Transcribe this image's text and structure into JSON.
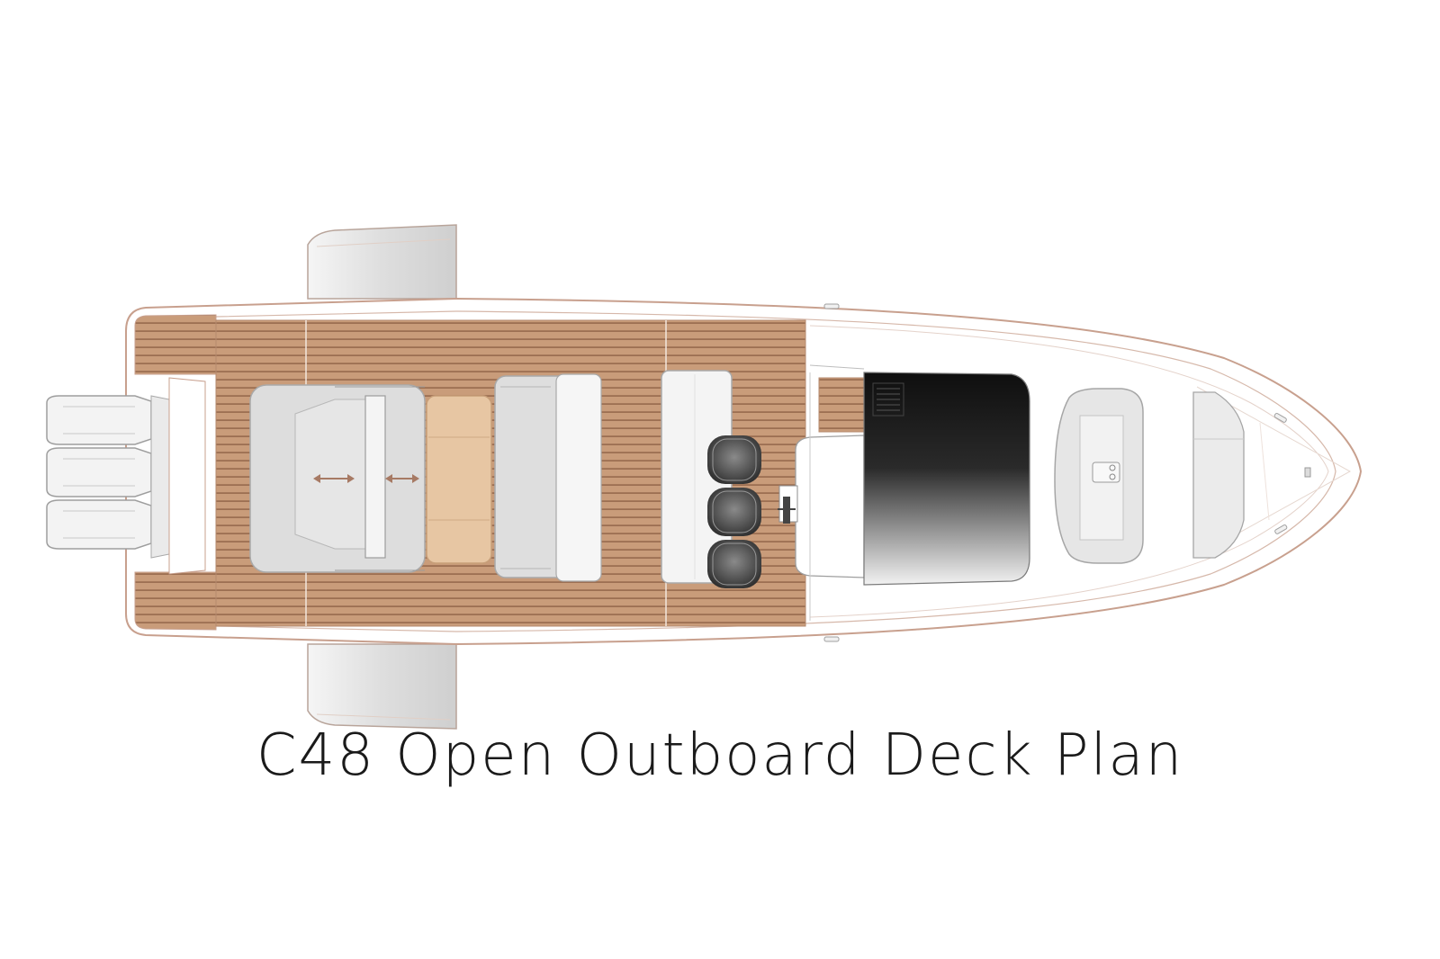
{
  "caption": "C48 Open Outboard Deck Plan",
  "colors": {
    "teak": "#c79a78",
    "teak_line": "#9a6d4f",
    "cushion": "#dcdcdc",
    "cushion_light": "#ededed",
    "hull_outline": "#c8a08e",
    "windshield_dark": "#151515",
    "table_top": "#e7c6a3",
    "arrow": "#a77a64"
  },
  "icons": {
    "slide_arrow": "double-arrow-horizontal",
    "helm_seat": "bucket-seat",
    "outboard": "outboard-engine"
  }
}
